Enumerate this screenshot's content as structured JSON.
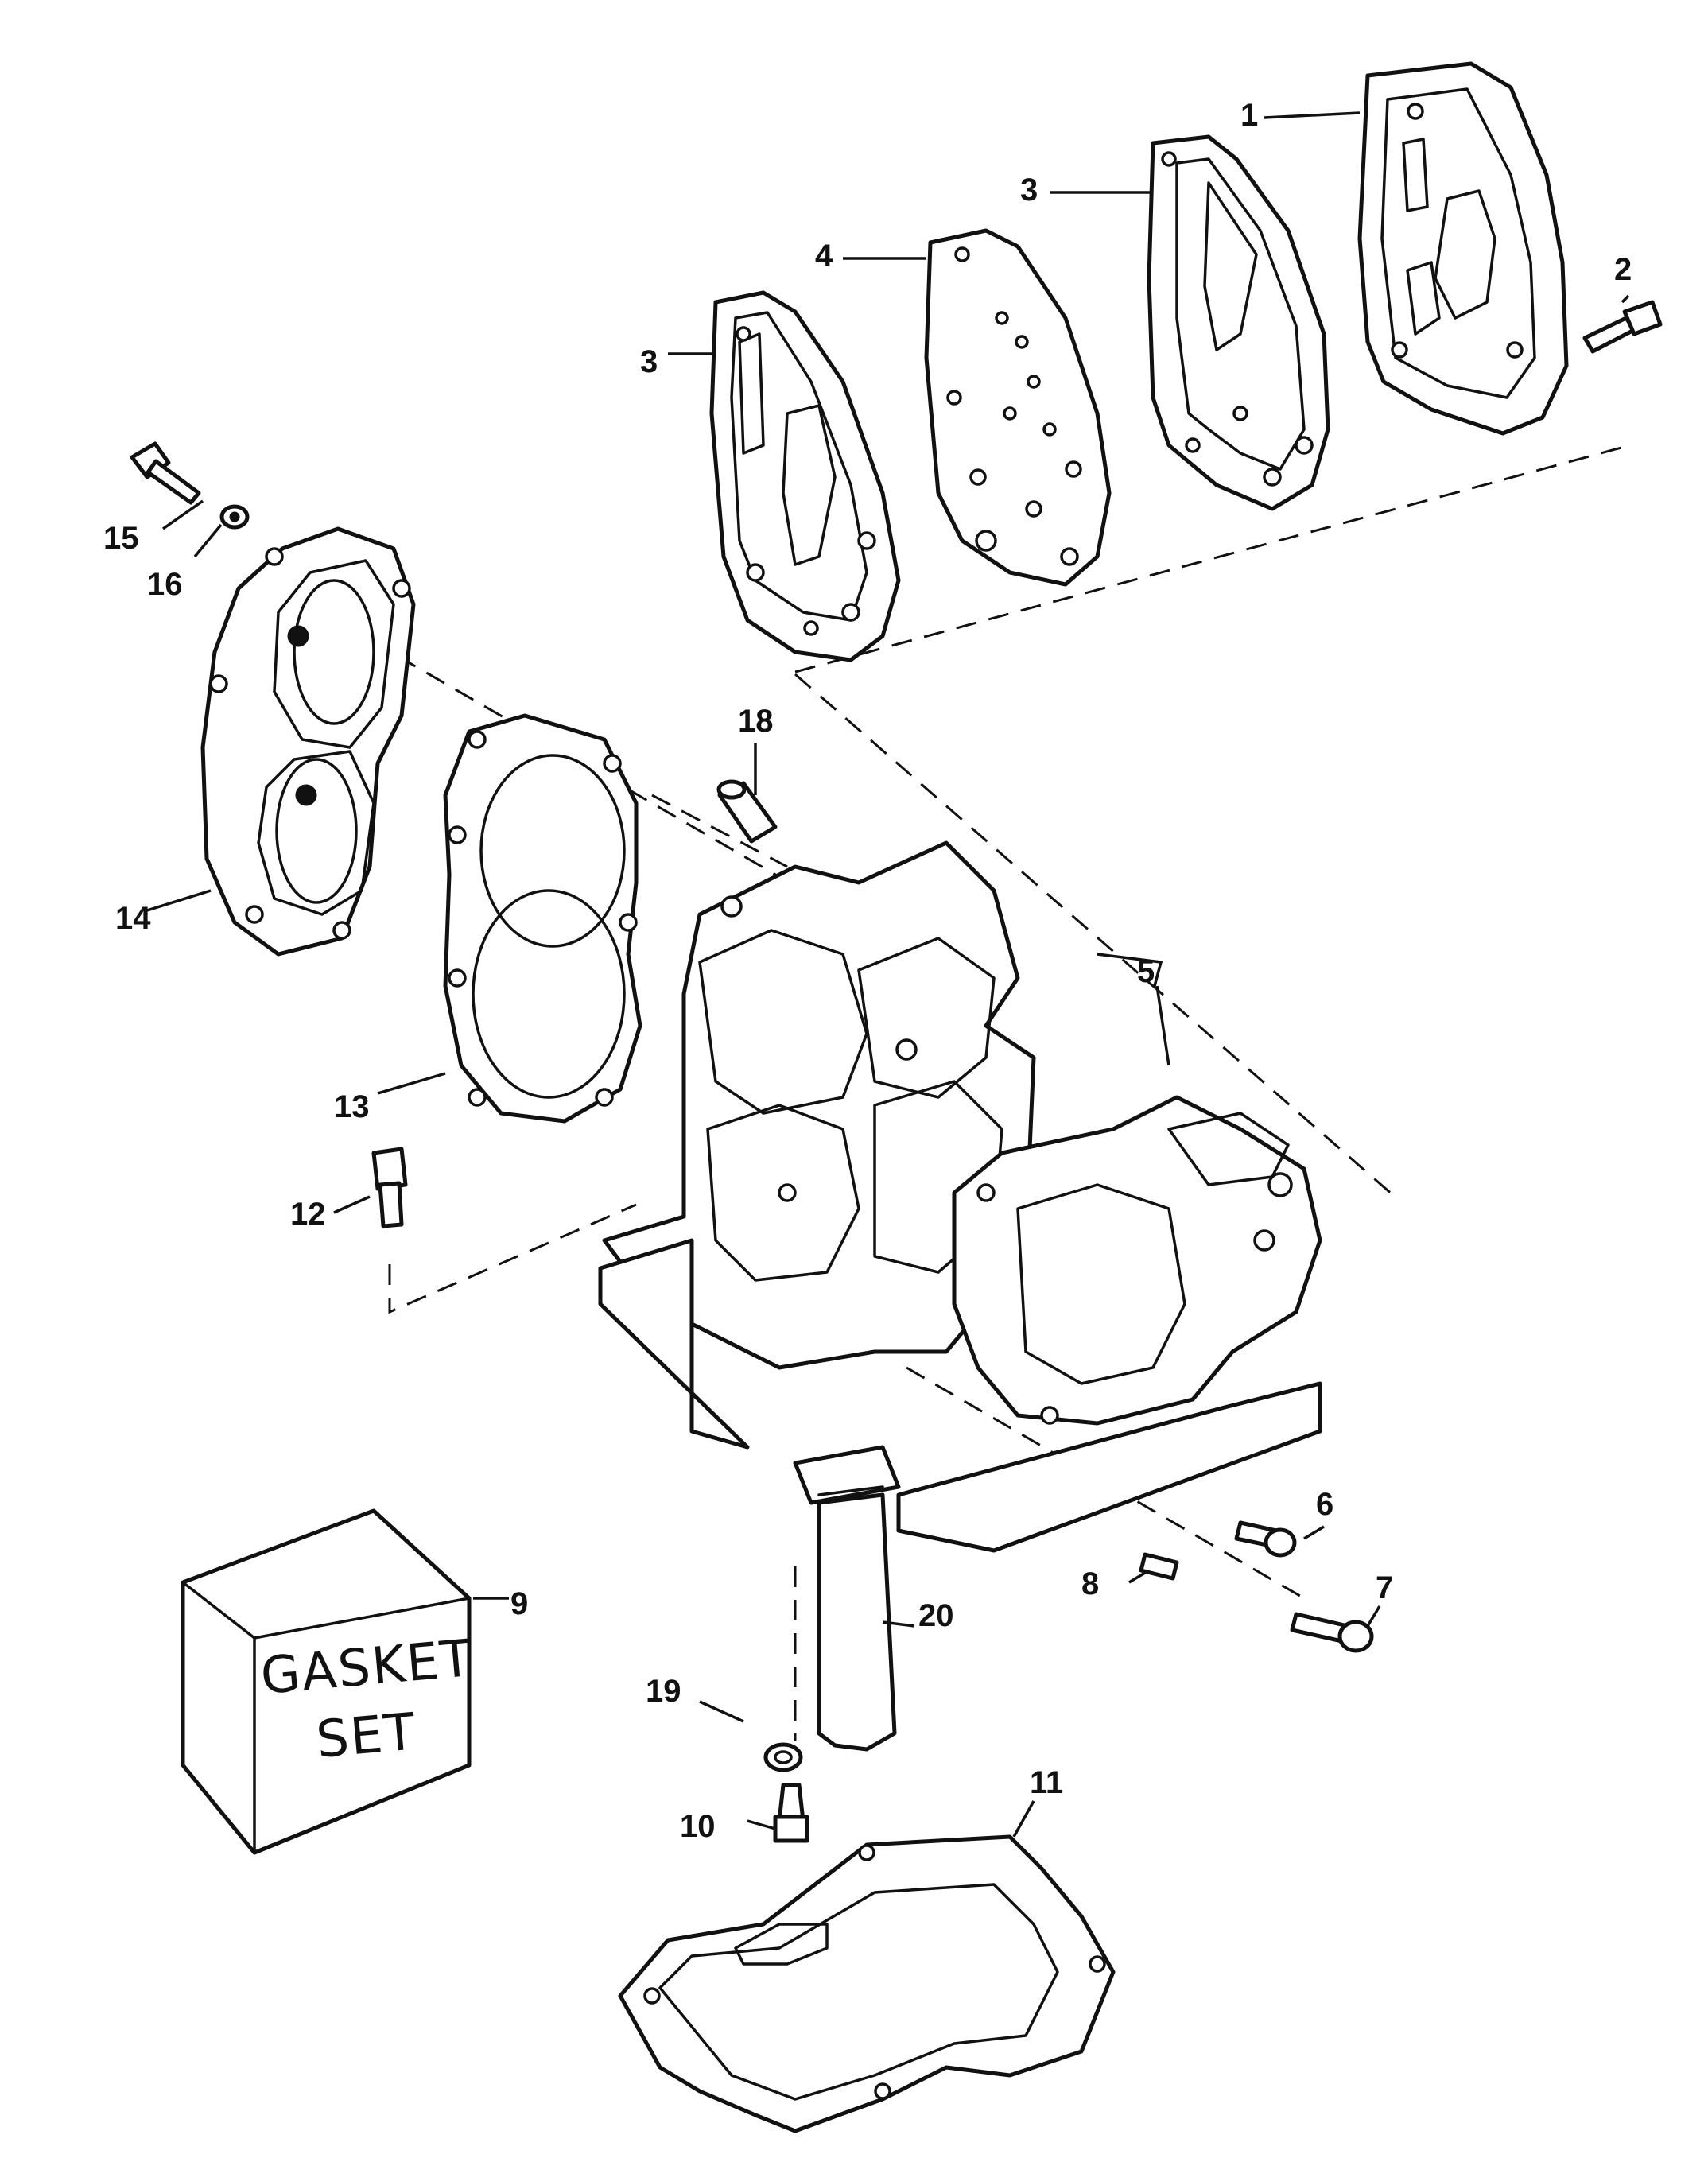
{
  "callouts": {
    "p1": "1",
    "p2": "2",
    "p3a": "3",
    "p3b": "3",
    "p4": "4",
    "p5": "5",
    "p6": "6",
    "p7": "7",
    "p8": "8",
    "p9": "9",
    "p10": "10",
    "p11": "11",
    "p12": "12",
    "p13": "13",
    "p14": "14",
    "p15": "15",
    "p16": "16",
    "p18": "18",
    "p19": "19",
    "p20": "20"
  },
  "gasket_box": {
    "line1": "GASKET",
    "line2": "SET"
  }
}
